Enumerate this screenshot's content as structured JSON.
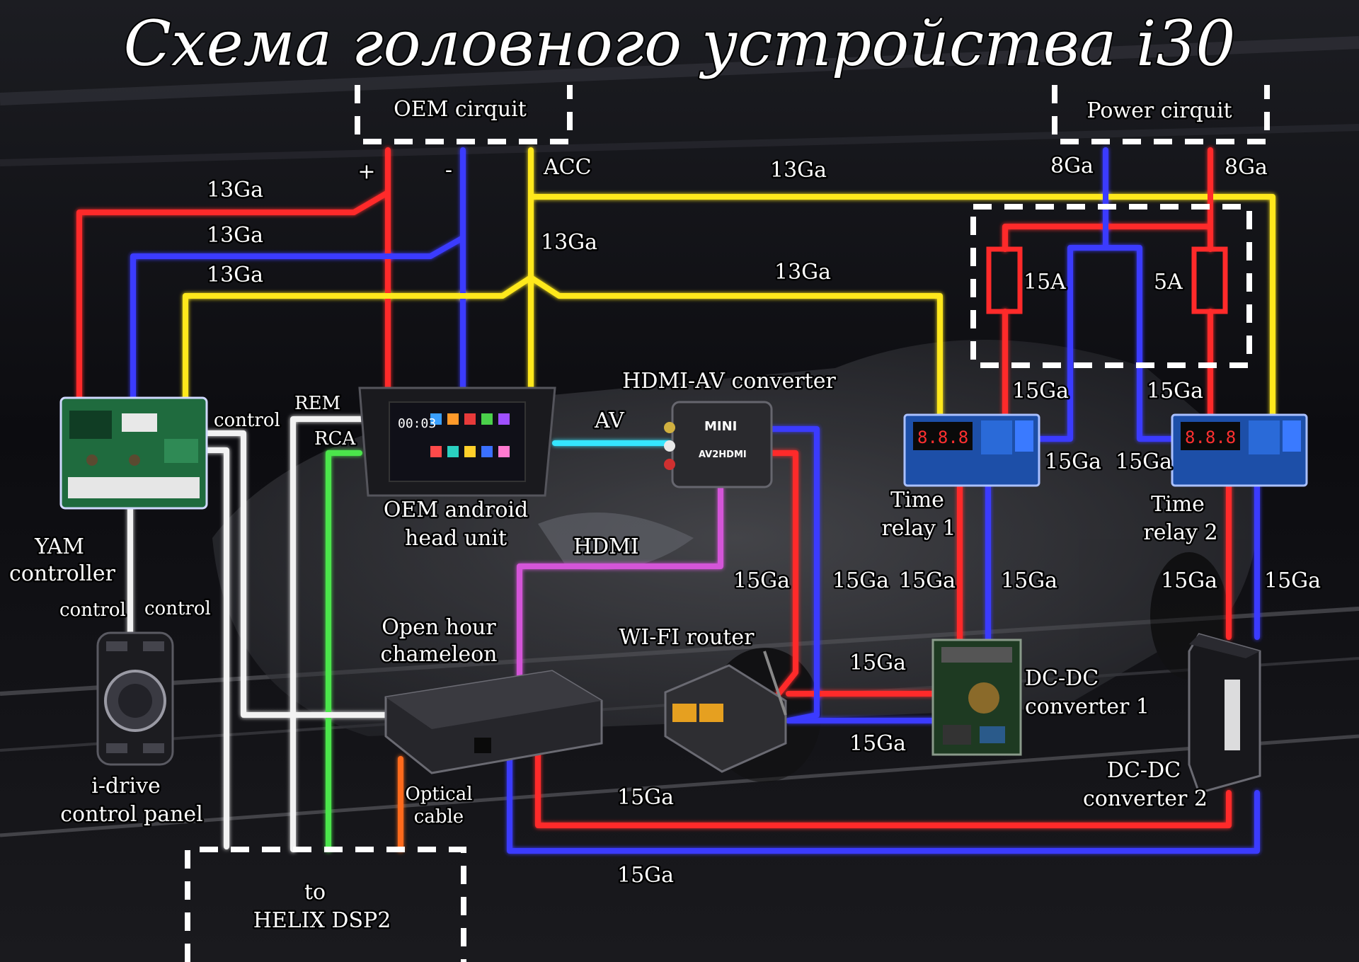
{
  "title": "Схема головного устройства i30",
  "colors": {
    "power_positive": "#ff2a2a",
    "ground": "#3a3aff",
    "acc": "#ffe81a",
    "av": "#35e6ff",
    "hdmi": "#d455d8",
    "rca": "#4ce64c",
    "control": "#f2f2f2",
    "optical": "#ff6a1a"
  },
  "boxes": {
    "oem_circuit": "OEM cirquit",
    "power_circuit": "Power cirquit",
    "helix": [
      "to",
      "HELIX DSP2"
    ]
  },
  "oem_terminals": {
    "plus": "+",
    "minus": "-",
    "acc": "ACC"
  },
  "wire_gauges": {
    "g8_left": "8Ga",
    "g8_right": "8Ga",
    "g13_a": "13Ga",
    "g13_b": "13Ga",
    "g13_c": "13Ga",
    "g13_top": "13Ga",
    "g13_mid": "13Ga",
    "g13_right": "13Ga",
    "g15_fuse1": "15Ga",
    "g15_fuse2": "15Ga",
    "g15_r1": "15Ga",
    "g15_r2": "15Ga",
    "g15_hdmi": "15Ga",
    "g15_mid1": "15Ga",
    "g15_mid2": "15Ga",
    "g15_mid3": "15Ga",
    "g15_rel2": "15Ga",
    "g15_far": "15Ga",
    "g15_router1": "15Ga",
    "g15_router2": "15Ga",
    "g15_bottom1": "15Ga",
    "g15_bottom2": "15Ga"
  },
  "fuses": {
    "fuse1": "15A",
    "fuse2": "5A"
  },
  "signals": {
    "rem": "REM",
    "rca": "RCA",
    "av": "AV",
    "hdmi": "HDMI",
    "control_top": "control",
    "control_left": "control",
    "control_right": "control",
    "optical": [
      "Optical",
      "cable"
    ]
  },
  "devices": {
    "yam": [
      "YAM",
      "controller"
    ],
    "idrive": [
      "i-drive",
      "control panel"
    ],
    "head_unit": [
      "OEM android",
      "head unit"
    ],
    "head_unit_clock": "00:03",
    "hdmi_av": "HDMI-AV converter",
    "hdmi_av_brand": "MINI",
    "hdmi_av_model": "AV2HDMI",
    "chameleon": [
      "Open hour",
      "chameleon"
    ],
    "router": "WI-FI router",
    "relay1": [
      "Time",
      "relay 1"
    ],
    "relay2": [
      "Time",
      "relay 2"
    ],
    "relay_display": "8.8.8",
    "dcdc1": [
      "DC-DC",
      "converter 1"
    ],
    "dcdc2": [
      "DC-DC",
      "converter 2"
    ]
  }
}
